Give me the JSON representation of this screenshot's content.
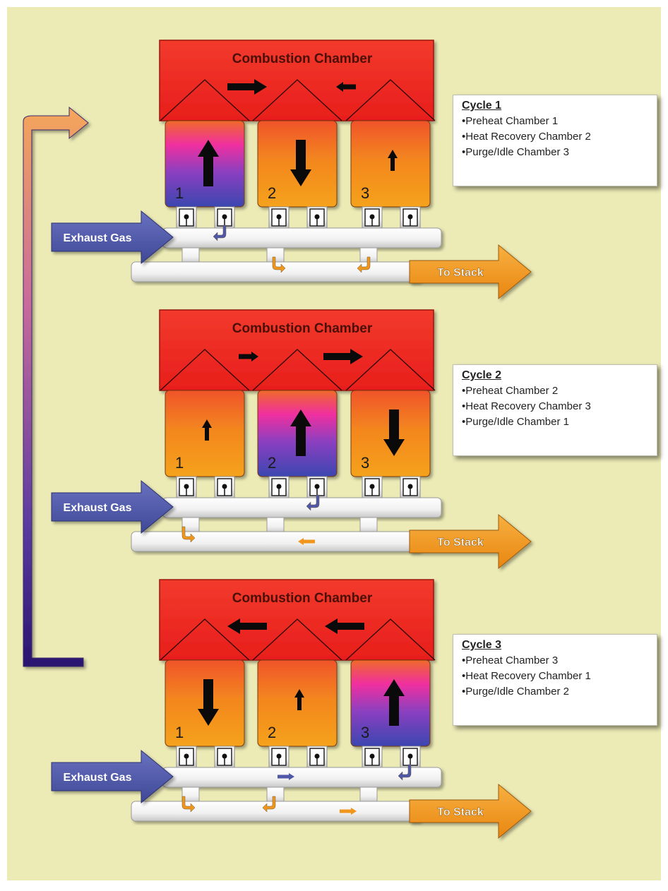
{
  "colors": {
    "background": "#ecebb6",
    "combustion": "#ef2a24",
    "chamber_orange": "#f18a1e",
    "chamber_preheat_top": "#f02fa0",
    "chamber_preheat_bottom": "#3b46b0",
    "exhaust_arrow": "#4e57a8",
    "stack_arrow": "#f0961c",
    "pipe": "#f3f3f3"
  },
  "icons": [
    "large-flow-arrow-icon",
    "small-flow-arrow-icon",
    "bent-flow-arrow-icon",
    "valve-icon",
    "cycle-return-arrow-icon"
  ],
  "cycles": [
    {
      "title": "Cycle 1",
      "items": [
        "•Preheat Chamber 1",
        "•Heat Recovery Chamber 2",
        "•Purge/Idle Chamber 3"
      ],
      "combustion_label": "Combustion Chamber",
      "chambers": [
        {
          "number": "1",
          "role": "preheat",
          "flow": "up"
        },
        {
          "number": "2",
          "role": "heat-recovery",
          "flow": "down"
        },
        {
          "number": "3",
          "role": "purge",
          "flow": "up-small"
        }
      ],
      "exhaust_label": "Exhaust Gas",
      "stack_label": "To Stack"
    },
    {
      "title": "Cycle 2",
      "items": [
        "•Preheat Chamber 2",
        "•Heat Recovery Chamber 3",
        "•Purge/Idle Chamber 1"
      ],
      "combustion_label": "Combustion Chamber",
      "chambers": [
        {
          "number": "1",
          "role": "purge",
          "flow": "up-small"
        },
        {
          "number": "2",
          "role": "preheat",
          "flow": "up"
        },
        {
          "number": "3",
          "role": "heat-recovery",
          "flow": "down"
        }
      ],
      "exhaust_label": "Exhaust Gas",
      "stack_label": "To Stack"
    },
    {
      "title": "Cycle 3",
      "items": [
        "•Preheat Chamber 3",
        "•Heat Recovery Chamber 1",
        "•Purge/Idle Chamber 2"
      ],
      "combustion_label": "Combustion Chamber",
      "chambers": [
        {
          "number": "1",
          "role": "heat-recovery",
          "flow": "down"
        },
        {
          "number": "2",
          "role": "purge",
          "flow": "up-small"
        },
        {
          "number": "3",
          "role": "preheat",
          "flow": "up"
        }
      ],
      "exhaust_label": "Exhaust Gas",
      "stack_label": "To Stack"
    }
  ]
}
